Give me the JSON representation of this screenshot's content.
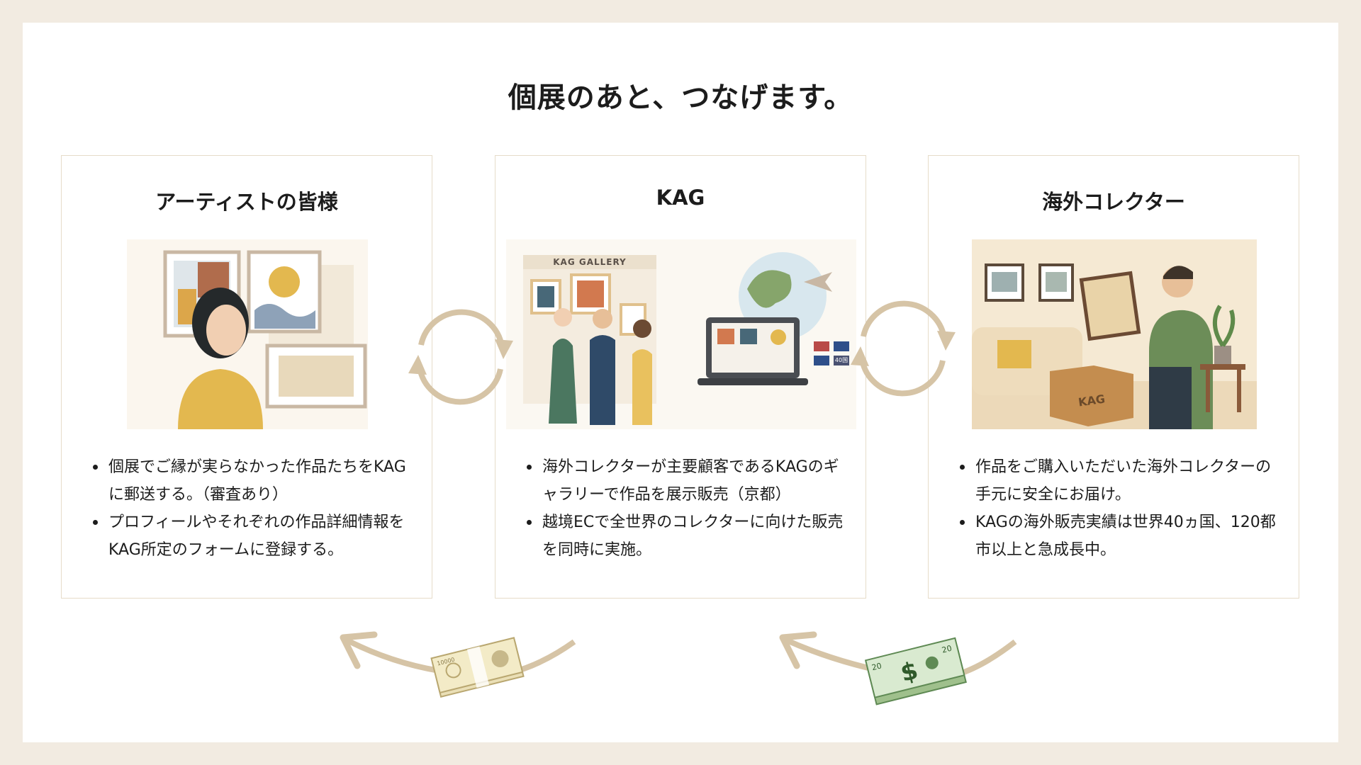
{
  "title": "個展のあと、つなげます。",
  "cards": [
    {
      "heading": "アーティストの皆様",
      "bullets": [
        "個展でご縁が実らなかった作品たちをKAGに郵送する。（審査あり）",
        "プロフィールやそれぞれの作品詳細情報をKAG所定のフォームに登録する。"
      ]
    },
    {
      "heading": "KAG",
      "gallery_sign": "KAG GALLERY",
      "badge": "40国",
      "bullets": [
        "海外コレクターが主要顧客であるKAGのギャラリーで作品を展示販売（京都）",
        "越境ECで全世界のコレクターに向けた販売を同時に実施。"
      ]
    },
    {
      "heading": "海外コレクター",
      "box_label": "KAG",
      "bullets": [
        "作品をご購入いただいた海外コレクターの手元に安全にお届け。",
        "KAGの海外販売実績は世界40ヵ国、120都市以上と急成長中。"
      ]
    }
  ],
  "money": {
    "yen_label": "10000",
    "dollar_label": "20",
    "dollar_sign": "$"
  },
  "colors": {
    "background": "#f2ebe1",
    "arrow": "#d6c4a6",
    "border": "#e6dcc9"
  }
}
